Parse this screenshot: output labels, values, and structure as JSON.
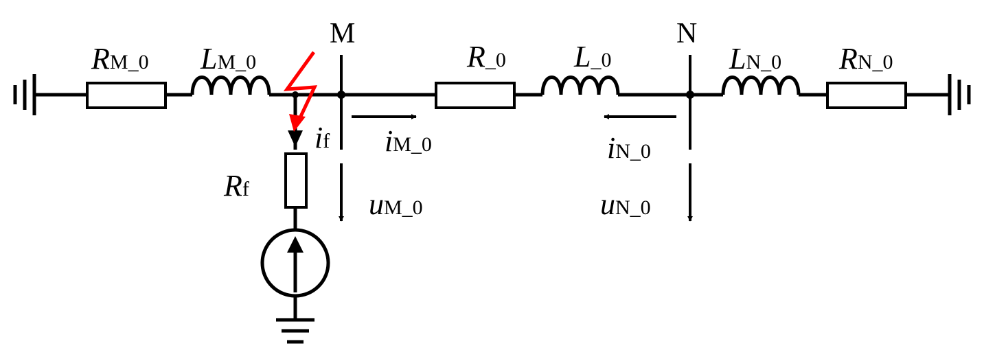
{
  "nodes": {
    "M": "M",
    "N": "N"
  },
  "components": {
    "RM0": {
      "main": "R",
      "sub": "M_0"
    },
    "LM0": {
      "main": "L",
      "sub": "M_0"
    },
    "R0": {
      "main": "R",
      "sub": "_0"
    },
    "L0": {
      "main": "L",
      "sub": "_0"
    },
    "LN0": {
      "main": "L",
      "sub": "N_0"
    },
    "RN0": {
      "main": "R",
      "sub": "N_0"
    },
    "Rf": {
      "main": "R",
      "sub": "f"
    }
  },
  "currents": {
    "if": {
      "main": "i",
      "sub": "f"
    },
    "iM0": {
      "main": "i",
      "sub": "M_0"
    },
    "iN0": {
      "main": "i",
      "sub": "N_0"
    }
  },
  "voltages": {
    "uM0": {
      "main": "u",
      "sub": "M_0"
    },
    "uN0": {
      "main": "u",
      "sub": "N_0"
    }
  },
  "colors": {
    "wire": "#000000",
    "fault": "#ff0000"
  },
  "icons": [
    "ground-icon",
    "resistor-icon",
    "inductor-icon",
    "fault-lightning-icon",
    "current-source-icon"
  ]
}
